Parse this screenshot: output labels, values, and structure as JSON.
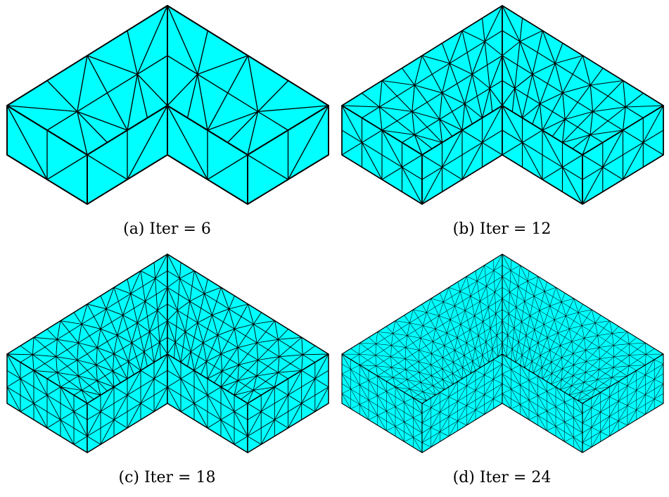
{
  "figure": {
    "mesh_fill": "#00ffff",
    "edge_color": "#000000",
    "panels": [
      {
        "id": "a",
        "caption": "(a) Iter = 6",
        "iteration": 6
      },
      {
        "id": "b",
        "caption": "(b) Iter = 12",
        "iteration": 12
      },
      {
        "id": "c",
        "caption": "(c) Iter = 18",
        "iteration": 18
      },
      {
        "id": "d",
        "caption": "(d) Iter = 24",
        "iteration": 24
      }
    ]
  }
}
